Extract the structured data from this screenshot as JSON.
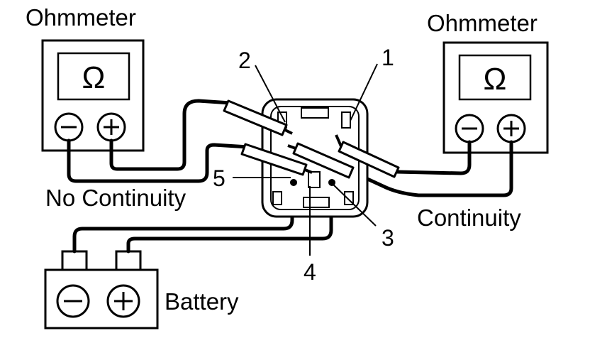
{
  "labels": {
    "ohmmeter_left": "Ohmmeter",
    "ohmmeter_right": "Ohmmeter",
    "no_continuity": "No Continuity",
    "continuity": "Continuity",
    "battery": "Battery"
  },
  "meter_symbol": "Ω",
  "terminals": [
    "1",
    "2",
    "3",
    "4",
    "5"
  ],
  "icons": {
    "ohm": "omega-symbol",
    "minus": "minus-terminal-icon",
    "plus": "plus-terminal-icon"
  },
  "colors": {
    "ink": "#000000",
    "paper": "#ffffff"
  }
}
